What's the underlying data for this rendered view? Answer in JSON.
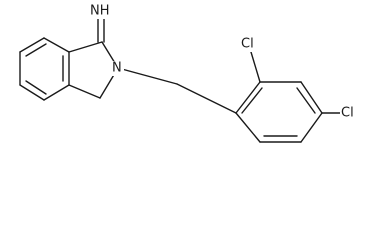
{
  "molecule": {
    "atom_labels": {
      "imine": "NH",
      "ring_nitrogen": "N",
      "chloro_ortho": "Cl",
      "chloro_para": "Cl"
    },
    "colors": {
      "bond": "#1a1a1a",
      "label": "#1a1a1a",
      "background": "#ffffff"
    }
  }
}
